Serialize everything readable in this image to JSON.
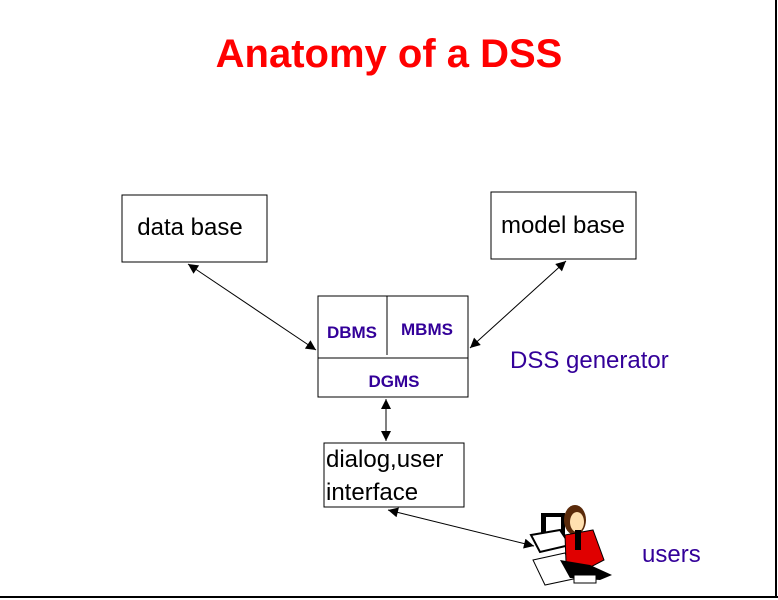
{
  "title": "Anatomy of a DSS",
  "nodes": {
    "data_base": "data base",
    "model_base": "model base",
    "dbms": "DBMS",
    "mbms": "MBMS",
    "dgms": "DGMS",
    "dss_generator": "DSS generator",
    "dialog_line1": "dialog,user",
    "dialog_line2": "interface",
    "users": "users"
  },
  "colors": {
    "title": "#ff0000",
    "accent": "#330099",
    "line": "#000000"
  }
}
